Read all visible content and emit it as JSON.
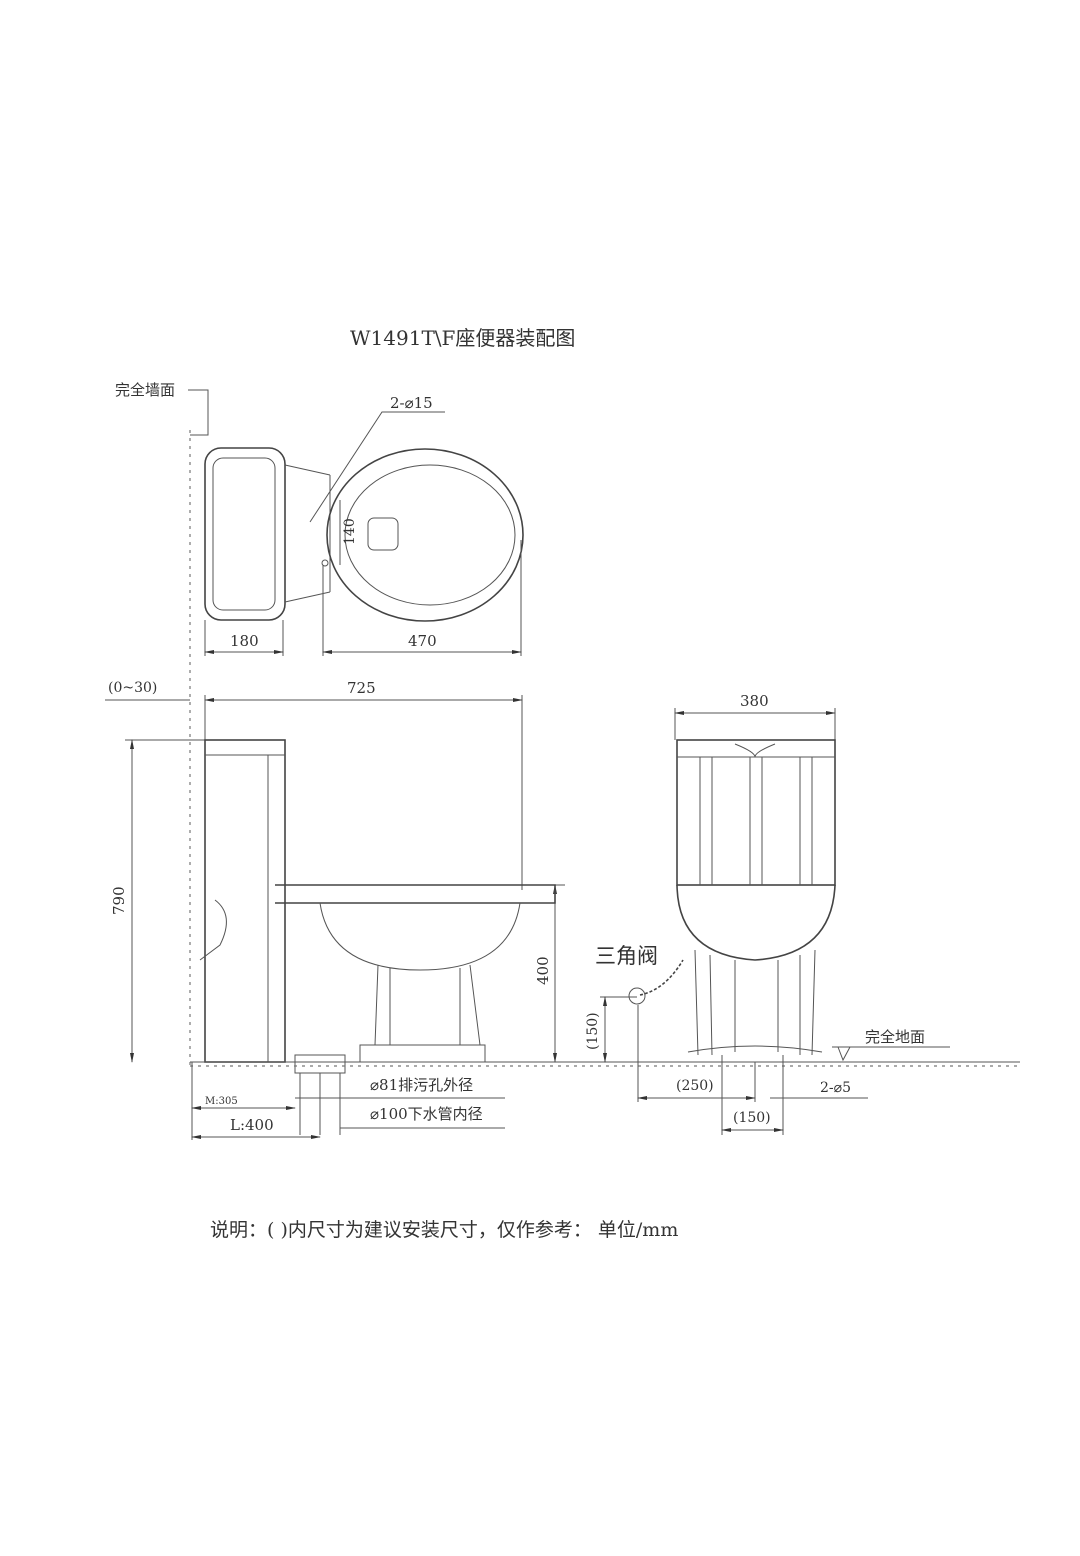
{
  "title": "W1491T\\F座便器装配图",
  "labels": {
    "wall": "完全墙面",
    "floor": "完全地面",
    "holes_top": "2-⌀15",
    "holes_front": "2-⌀5",
    "angle_valve": "三角阀",
    "drain_outer": "⌀81排污孔外径",
    "pipe_inner": "⌀100下水管内径"
  },
  "dimensions": {
    "d140": "140",
    "d180": "180",
    "d470": "470",
    "gap": "(0~30)",
    "d725": "725",
    "d790": "790",
    "d400": "400",
    "m305": "M:305",
    "l400": "L:400",
    "d380": "380",
    "valve_h": "(150)",
    "valve_off": "(250)",
    "bolt_gap": "(150)"
  },
  "note": "说明：( )内尺寸为建议安装尺寸，仅作参考：   单位/mm"
}
